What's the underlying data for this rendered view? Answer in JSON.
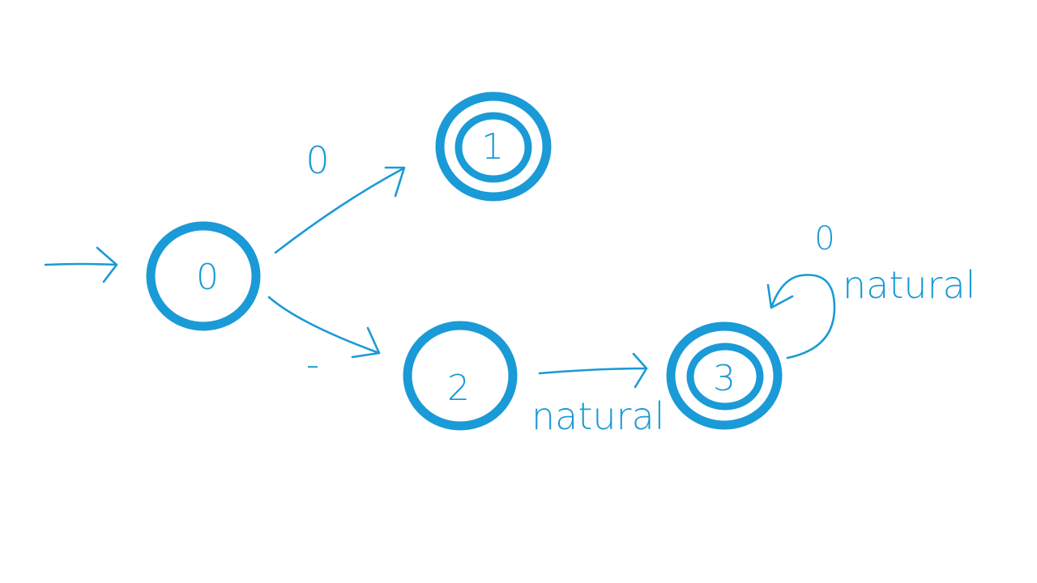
{
  "colors": {
    "ink": "#1a9ad6",
    "background": "#ffffff"
  },
  "states": [
    {
      "id": "q0",
      "label": "0",
      "start": true,
      "accepting": false
    },
    {
      "id": "q1",
      "label": "1",
      "start": false,
      "accepting": true
    },
    {
      "id": "q2",
      "label": "2",
      "start": false,
      "accepting": false
    },
    {
      "id": "q3",
      "label": "3",
      "start": false,
      "accepting": true
    }
  ],
  "transitions": [
    {
      "from": "q0",
      "to": "q1",
      "label": "0"
    },
    {
      "from": "q0",
      "to": "q2",
      "label": "-"
    },
    {
      "from": "q2",
      "to": "q3",
      "label": "natural"
    },
    {
      "from": "q3",
      "to": "q3",
      "label_top": "0",
      "label": "natural"
    }
  ]
}
